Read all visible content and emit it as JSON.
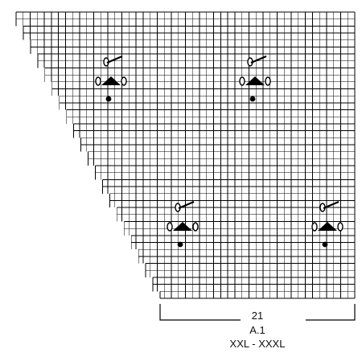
{
  "chart": {
    "stitch_count": "21",
    "chart_name": "A.1",
    "sizes": "XXL - XXXL"
  },
  "colors": {
    "grid_line": "#000000",
    "symbol": "#000000",
    "background": "#ffffff"
  },
  "symbols": [
    {
      "id": "motif-1",
      "icon": "twisted-stitch-with-triangle-and-dot"
    },
    {
      "id": "motif-2",
      "icon": "twisted-stitch-with-triangle-and-dot"
    },
    {
      "id": "motif-3",
      "icon": "twisted-stitch-with-triangle-and-dot"
    },
    {
      "id": "motif-4",
      "icon": "twisted-stitch-with-triangle-and-dot"
    }
  ]
}
